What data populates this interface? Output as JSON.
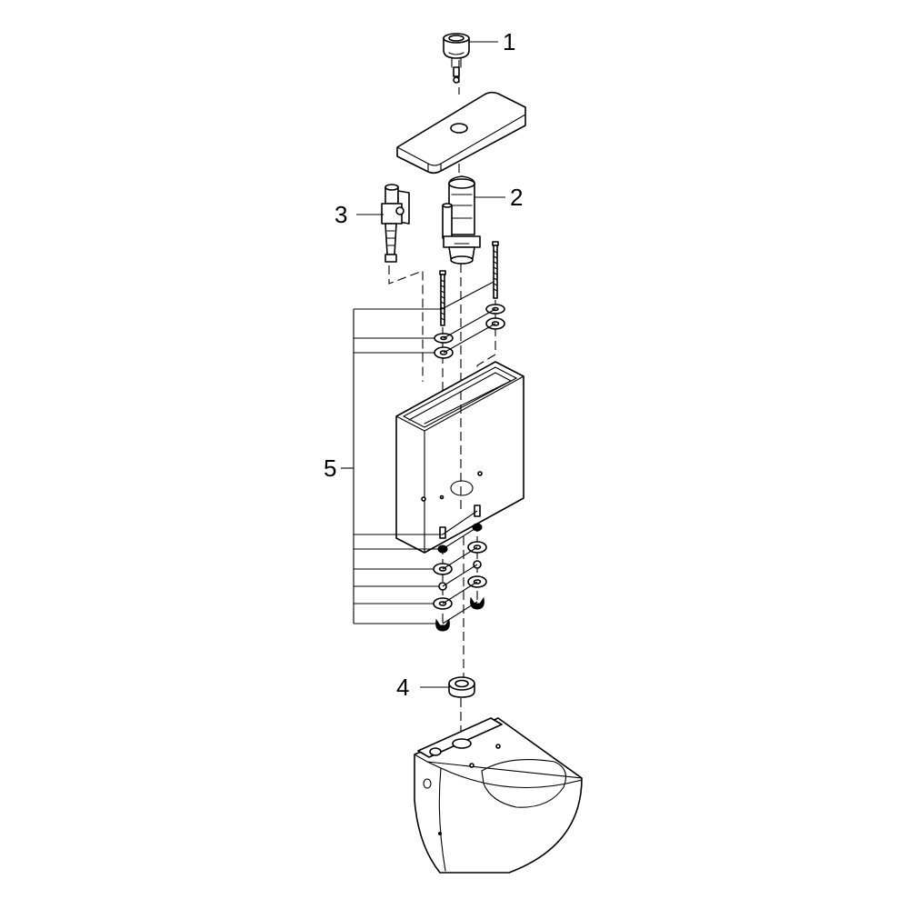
{
  "callouts": [
    {
      "id": "flush-button",
      "label": "1"
    },
    {
      "id": "flush-valve",
      "label": "2"
    },
    {
      "id": "fill-valve",
      "label": "3"
    },
    {
      "id": "cistern-seal",
      "label": "4"
    },
    {
      "id": "fixing-set",
      "label": "5"
    }
  ],
  "colors": {
    "line": "#000000",
    "background": "#ffffff"
  }
}
